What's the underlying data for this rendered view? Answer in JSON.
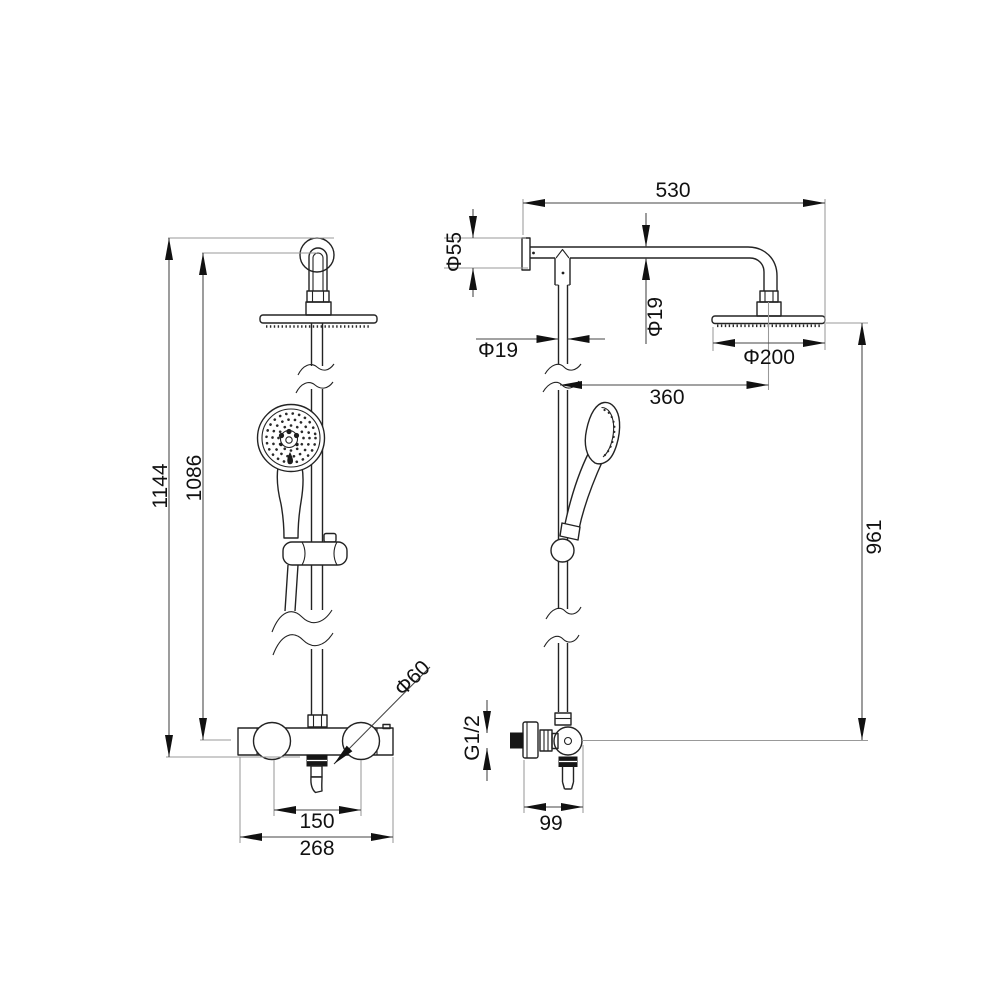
{
  "page": {
    "background": "#ffffff",
    "title": "Shower column technical drawing",
    "description": "Two-view dimensioned line drawing of a thermostatic shower column with overhead rain shower, hand shower and wall-mounted mixer valve"
  },
  "colors": {
    "object_line": "#232323",
    "dimension_line": "#444444",
    "extension_line": "#999999",
    "arrow": "#111111",
    "label_text": "#111111"
  },
  "views": {
    "front": {
      "name": "front view"
    },
    "side": {
      "name": "side view"
    }
  },
  "dimensions": {
    "front": {
      "overall_height": "1144",
      "height_to_arm": "1086",
      "outlet_spacing": "150",
      "valve_width": "268",
      "spout_diameter": "Φ60"
    },
    "side": {
      "arm_reach": "530",
      "flange_diameter": "Φ55",
      "arm_tube_diameter": "Φ19",
      "column_tube_diameter": "Φ19",
      "head_diameter": "Φ200",
      "head_offset": "360",
      "column_height": "961",
      "inlet_thread": "G1/2",
      "valve_projection": "99"
    }
  }
}
